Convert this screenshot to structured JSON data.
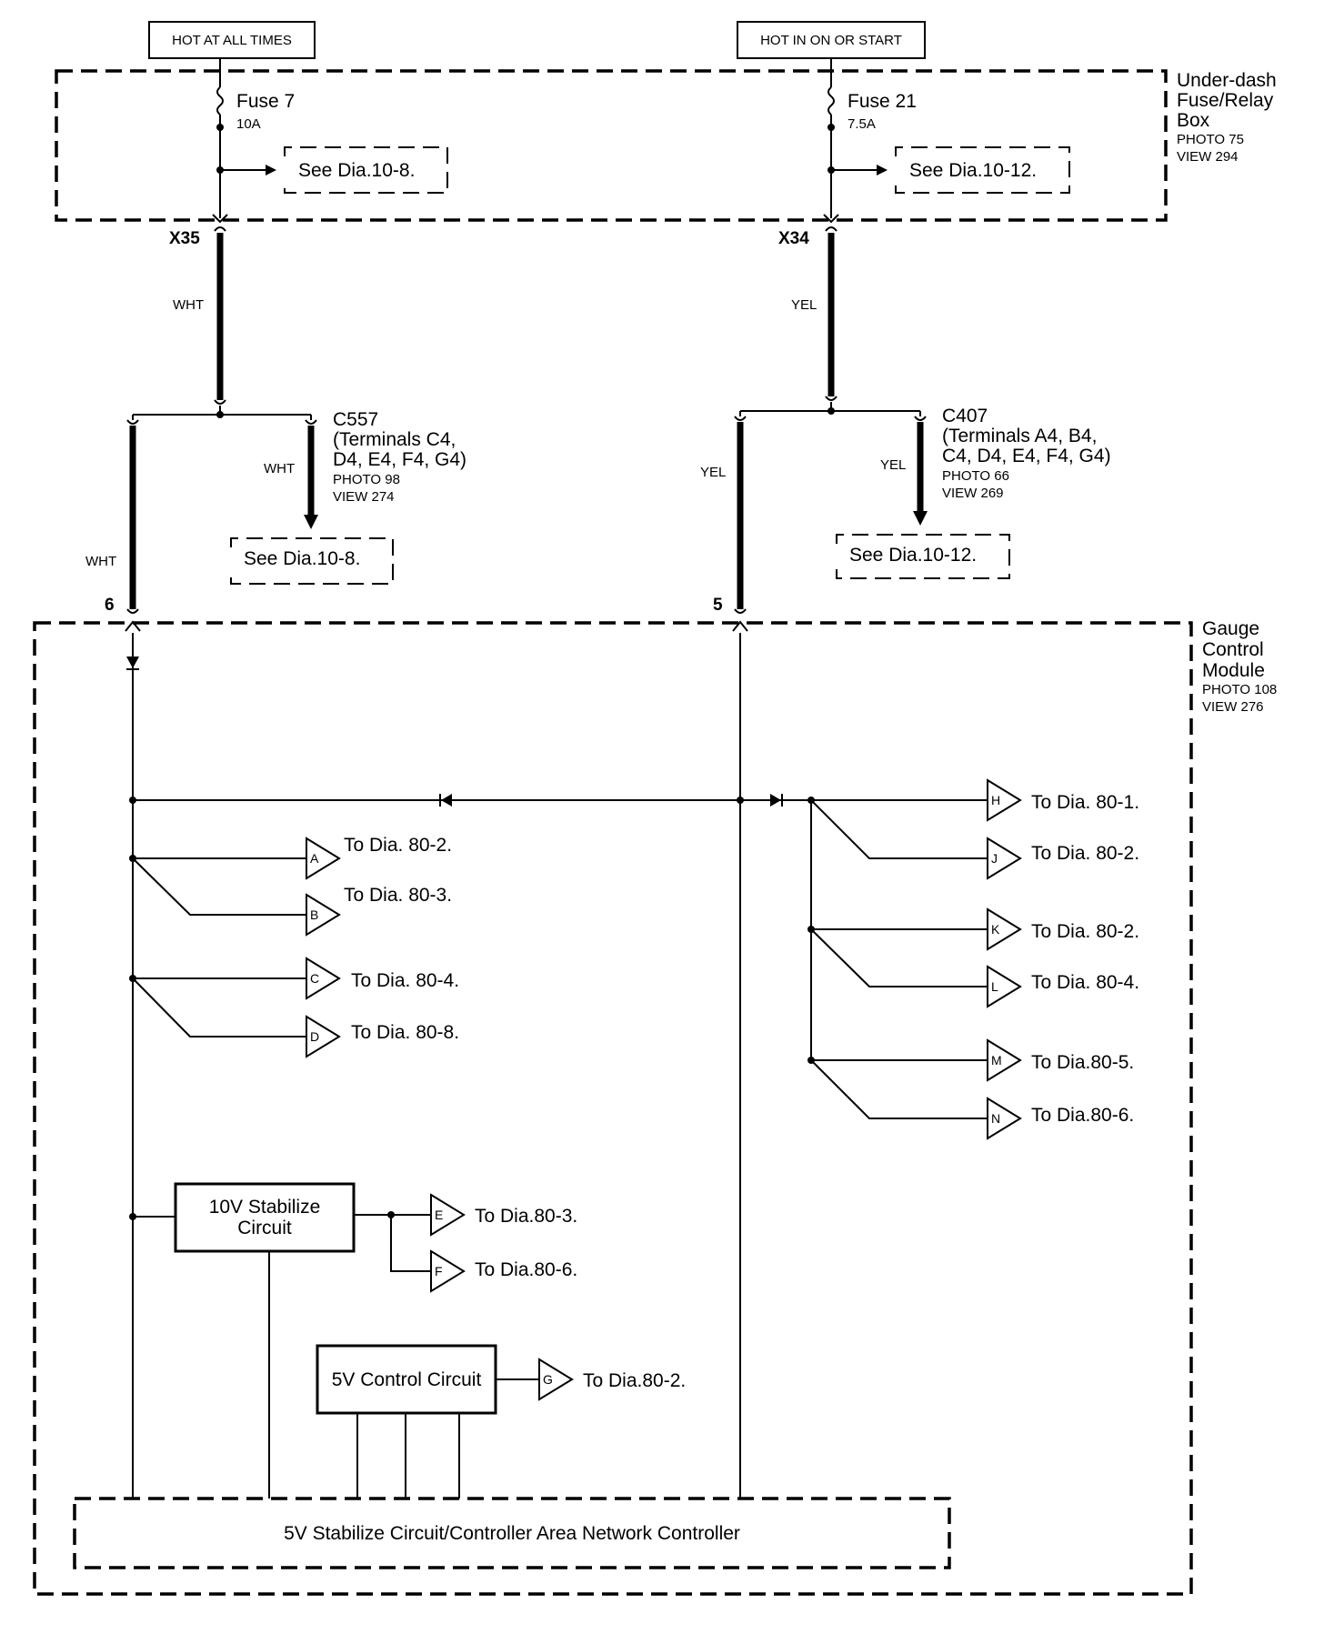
{
  "power": {
    "hot_at_all_times": "HOT AT ALL TIMES",
    "hot_in_on_or_start": "HOT IN ON OR START"
  },
  "fuse_box": {
    "name_line1": "Under-dash",
    "name_line2": "Fuse/Relay",
    "name_line3": "Box",
    "photo": "PHOTO 75",
    "view": "VIEW 294",
    "fuse7": {
      "name": "Fuse 7",
      "rating": "10A",
      "see": "See Dia.10-8."
    },
    "fuse21": {
      "name": "Fuse 21",
      "rating": "7.5A",
      "see": "See Dia.10-12."
    }
  },
  "connectors": {
    "x35": "X35",
    "x34": "X34",
    "c557": {
      "name": "C557",
      "terminals_line1": "(Terminals C4,",
      "terminals_line2": "D4, E4, F4, G4)",
      "photo": "PHOTO 98",
      "view": "VIEW 274",
      "see": "See Dia.10-8."
    },
    "c407": {
      "name": "C407",
      "terminals_line1": "(Terminals A4, B4,",
      "terminals_line2": "C4, D4, E4, F4, G4)",
      "photo": "PHOTO 66",
      "view": "VIEW 269",
      "see": "See Dia.10-12."
    }
  },
  "wires": {
    "wht": "WHT",
    "yel": "YEL"
  },
  "pins": {
    "pin6": "6",
    "pin5": "5"
  },
  "module": {
    "name_line1": "Gauge",
    "name_line2": "Control",
    "name_line3": "Module",
    "photo": "PHOTO 108",
    "view": "VIEW 276",
    "stab10_line1": "10V Stabilize",
    "stab10_line2": "Circuit",
    "ctrl5": "5V Control Circuit",
    "can": "5V Stabilize Circuit/Controller Area Network Controller"
  },
  "outputs": [
    {
      "letter": "A",
      "text": "To Dia. 80-2."
    },
    {
      "letter": "B",
      "text": "To Dia. 80-3."
    },
    {
      "letter": "C",
      "text": "To Dia. 80-4."
    },
    {
      "letter": "D",
      "text": "To Dia. 80-8."
    },
    {
      "letter": "E",
      "text": "To Dia.80-3."
    },
    {
      "letter": "F",
      "text": "To Dia.80-6."
    },
    {
      "letter": "G",
      "text": "To Dia.80-2."
    },
    {
      "letter": "H",
      "text": "To Dia. 80-1."
    },
    {
      "letter": "J",
      "text": "To Dia. 80-2."
    },
    {
      "letter": "K",
      "text": "To Dia. 80-2."
    },
    {
      "letter": "L",
      "text": "To Dia. 80-4."
    },
    {
      "letter": "M",
      "text": "To Dia.80-5."
    },
    {
      "letter": "N",
      "text": "To Dia.80-6."
    }
  ]
}
